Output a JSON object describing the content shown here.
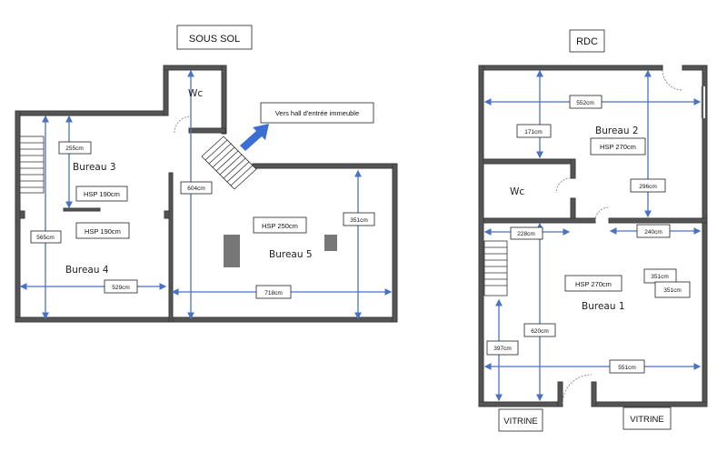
{
  "plans": {
    "sous_sol": {
      "title": "SOUS SOL",
      "rooms": {
        "wc": "Wc",
        "bureau3": "Bureau 3",
        "bureau4": "Bureau 4",
        "bureau5": "Bureau 5"
      },
      "callout": "Vers hall d'entrée immeuble",
      "labels": {
        "d255": "255cm",
        "d565": "565cm",
        "d604": "604cm",
        "d529": "529cm",
        "d718": "718cm",
        "d351": "351cm",
        "hsp1": "HSP 190cm",
        "hsp2": "HSP 190cm",
        "hsp3": "HSP 250cm"
      }
    },
    "rdc": {
      "title": "RDC",
      "rooms": {
        "bureau2": "Bureau 2",
        "wc": "Wc",
        "bureau1": "Bureau 1"
      },
      "labels": {
        "d552": "552cm",
        "d171": "171cm",
        "hsp_b2": "HSP 270cm",
        "d296": "296cm",
        "d228": "228cm",
        "d240": "240cm",
        "hsp_b1": "HSP 270cm",
        "d351a": "351cm",
        "d351b": "351cm",
        "d620": "620cm",
        "d397": "397cm",
        "d551": "551cm"
      },
      "vitrine_left": "VITRINE",
      "vitrine_right": "VITRINE"
    }
  },
  "colors": {
    "wall": "#555555",
    "dimension": "#4a72c4",
    "arrow": "#3b6fd1"
  }
}
